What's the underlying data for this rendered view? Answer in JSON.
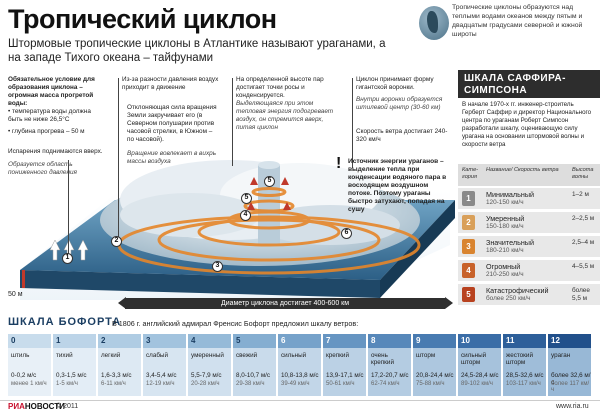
{
  "header": {
    "title": "Тропический циклон",
    "subtitle": "Штормовые тропические циклоны в Атлантике называют ураганами, а на западе Тихого океана – тайфунами",
    "globe_text": "Тропические циклоны образуются над теплыми водами океанов между пятым и двадцатым градусами северной и южной широты"
  },
  "callouts": {
    "c1_title": "Обязательное условие для образования циклона – огромная масса прогретой воды:",
    "c1_b1": "• температура воды должна быть не ниже 26,5°C",
    "c1_b2": "• глубина прогрева – 50 м",
    "c1_evap": "Испарения поднимаются вверх.",
    "c1_low": "Образуется область пониженного давления",
    "c2_a": "Из-за разности давления воздух приходит в движение",
    "c2_b": "Отклоняющая сила вращения Земли закручивает его (в Северном полушарии против часовой стрелки, в Южном – по часовой).",
    "c2_c": "Вращение вовлекает в вихрь массы воздуха",
    "c3_a": "На определенной высоте пар достигает точки росы и конденсируется.",
    "c3_b": "Выделяющаяся при этом тепловая энергия подогревает воздух, он стремится вверх, питая циклон",
    "c4_a": "Циклон принимает форму гигантской воронки.",
    "c4_b": "Внутри воронки образуется штилевой центр (30-60 км)",
    "c4_c": "Скорость ветра достигает 240-320 км/ч",
    "c5": "Источник энергии ураганов – выделение тепла при конденсации водяного пара в восходящем воздушном потоке. Поэтому ураганы быстро затухают, попадая на сушу",
    "depth": "50 м",
    "diameter": "Диаметр циклона достигает 400-600 км"
  },
  "saffir": {
    "title": "ШКАЛА САФФИРА-СИМПСОНА",
    "desc": "В начале 1970-х гг. инженер-строитель Герберт Саффир и директор Национального центра по ураганам Роберт Симпсон разработали шкалу, оценивающую силу урагана на основании штормовой волны и скорости ветра",
    "h1": "Кате-гория",
    "h2": "Название/ Скорость ветра",
    "h3": "Высота волны",
    "rows": [
      {
        "cat": "1",
        "name": "Минимальный",
        "speed": "120-150 км/ч",
        "wave": "1–2 м",
        "color": "#8a8a8a"
      },
      {
        "cat": "2",
        "name": "Умеренный",
        "speed": "150-180 км/ч",
        "wave": "2–2,5 м",
        "color": "#d9a05a"
      },
      {
        "cat": "3",
        "name": "Значительный",
        "speed": "180-210 км/ч",
        "wave": "2,5–4 м",
        "color": "#d9842f"
      },
      {
        "cat": "4",
        "name": "Огромный",
        "speed": "210-250 км/ч",
        "wave": "4–5,5 м",
        "color": "#c8622a"
      },
      {
        "cat": "5",
        "name": "Катастрофический",
        "speed": "более 250 км/ч",
        "wave": "более 5,5 м",
        "color": "#b8421f"
      }
    ]
  },
  "beaufort": {
    "title": "ШКАЛА БОФОРТА",
    "desc": "В 1806 г. английский адмирал Френсис Бофорт предложил шкалу ветров:",
    "cols": [
      {
        "n": "0",
        "name": "штиль",
        "v1": "0-0,2 м/с",
        "v2": "менее 1 км/ч",
        "bg": "#e8f0f7",
        "nbg": "#c8dcec"
      },
      {
        "n": "1",
        "name": "тихий",
        "v1": "0,3-1,5 м/с",
        "v2": "1-5 км/ч",
        "bg": "#e3edf6",
        "nbg": "#bcd4e8"
      },
      {
        "n": "2",
        "name": "легкий",
        "v1": "1,6-3,3 м/с",
        "v2": "6-11 км/ч",
        "bg": "#dde9f3",
        "nbg": "#afcce3"
      },
      {
        "n": "3",
        "name": "слабый",
        "v1": "3,4-5,4 м/с",
        "v2": "12-19 км/ч",
        "bg": "#d7e5f1",
        "nbg": "#a2c3de"
      },
      {
        "n": "4",
        "name": "умеренный",
        "v1": "5,5-7,9 м/с",
        "v2": "20-28 км/ч",
        "bg": "#d0e0ee",
        "nbg": "#95bad8"
      },
      {
        "n": "5",
        "name": "свежий",
        "v1": "8,0-10,7 м/с",
        "v2": "29-38 км/ч",
        "bg": "#c9dbeb",
        "nbg": "#85aed1"
      },
      {
        "n": "6",
        "name": "сильный",
        "v1": "10,8-13,8 м/с",
        "v2": "39-49 км/ч",
        "bg": "#c2d6e8",
        "nbg": "#76a2ca"
      },
      {
        "n": "7",
        "name": "крепкий",
        "v1": "13,9-17,1 м/с",
        "v2": "50-61 км/ч",
        "bg": "#bbd1e5",
        "nbg": "#6695c2"
      },
      {
        "n": "8",
        "name": "очень крепкий",
        "v1": "17,2-20,7 м/с",
        "v2": "62-74 км/ч",
        "bg": "#b4cce2",
        "nbg": "#5788ba"
      },
      {
        "n": "9",
        "name": "шторм",
        "v1": "20,8-24,4 м/с",
        "v2": "75-88 км/ч",
        "bg": "#adc7df",
        "nbg": "#487bb1"
      },
      {
        "n": "10",
        "name": "сильный шторм",
        "v1": "24,5-28,4 м/с",
        "v2": "89-102 км/ч",
        "bg": "#a6c2dc",
        "nbg": "#3a6da7"
      },
      {
        "n": "11",
        "name": "жестокий шторм",
        "v1": "28,5-32,6 м/с",
        "v2": "103-117 км/ч",
        "bg": "#9fbdd9",
        "nbg": "#2d5f9a"
      },
      {
        "n": "12",
        "name": "ураган",
        "v1": "более 32,6 м/с",
        "v2": "более 117 км/ч",
        "bg": "#98b8d6",
        "nbg": "#21508b"
      }
    ]
  },
  "footer": {
    "logo_a": "РИА",
    "logo_b": "НОВОСТИ",
    "copy": "© 2011",
    "site": "www.ria.ru"
  }
}
